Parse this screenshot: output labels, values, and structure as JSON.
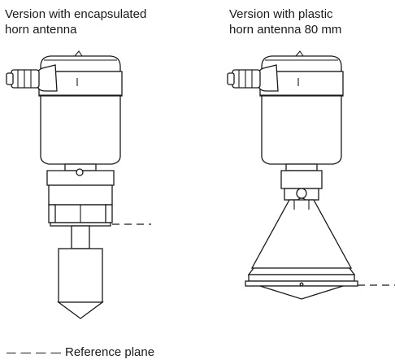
{
  "captions": {
    "left": {
      "line1": "Version with encapsulated",
      "line2": "horn antenna"
    },
    "right": {
      "line1": "Version with plastic",
      "line2": "horn antenna 80 mm"
    }
  },
  "legend": {
    "label": "Reference plane"
  }
}
